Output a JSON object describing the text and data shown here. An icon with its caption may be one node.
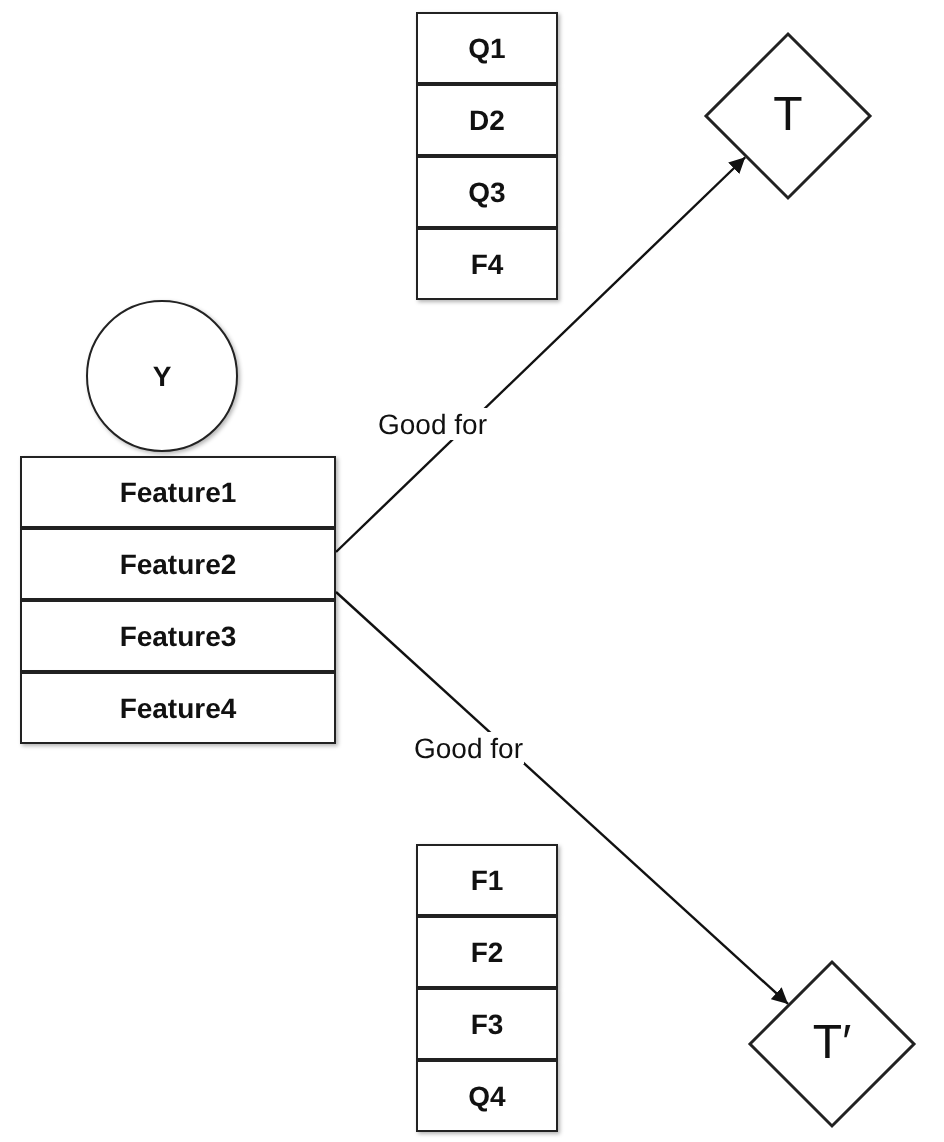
{
  "diagram": {
    "nodes": [
      {
        "text": [
          "Y"
        ]
      },
      {
        "text": [
          "Feature1"
        ]
      },
      {
        "text": [
          "Feature2"
        ]
      },
      {
        "text": [
          "Feature3"
        ]
      },
      {
        "text": [
          "Feature4"
        ]
      },
      {
        "text": [
          "Q1"
        ]
      },
      {
        "text": [
          "D2"
        ]
      },
      {
        "text": [
          "Q3"
        ]
      },
      {
        "text": [
          "F4"
        ]
      },
      {
        "text": [
          "T"
        ]
      },
      {
        "text": [
          "F1"
        ]
      },
      {
        "text": [
          "F2"
        ]
      },
      {
        "text": [
          "F3"
        ]
      },
      {
        "text": [
          "Q4"
        ]
      },
      {
        "text": [
          "T′"
        ]
      }
    ],
    "edges": [
      {
        "from": 2,
        "to": 9,
        "arrow": "to",
        "label": "Good for"
      },
      {
        "from": 2,
        "to": 14,
        "arrow": "to",
        "label": "Good for"
      }
    ]
  }
}
